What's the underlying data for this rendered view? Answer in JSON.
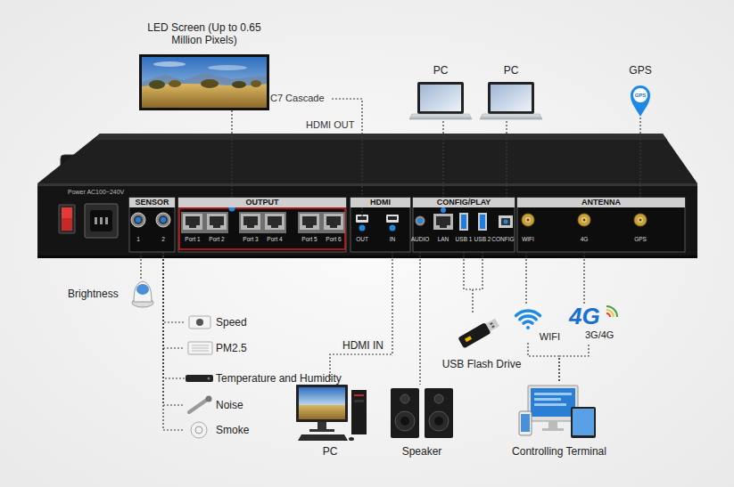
{
  "diagram": {
    "nodes": [
      {
        "text": [
          "LED Screen (Up to 0.65 Million Pixels)"
        ]
      },
      {
        "text": [
          "PC"
        ]
      },
      {
        "text": [
          "PC"
        ]
      },
      {
        "text": [
          "GPS",
          "GPS"
        ]
      },
      {
        "text": [
          "Power AC100~240V"
        ]
      },
      {
        "text": [
          "SENSOR"
        ],
        "in": 4
      },
      {
        "text": [
          "OUTPUT"
        ],
        "in": 4
      },
      {
        "text": [
          "HDMI"
        ],
        "in": 4
      },
      {
        "text": [
          "CONFIG/PLAY"
        ],
        "in": 4
      },
      {
        "text": [
          "ANTENNA"
        ],
        "in": 4
      },
      {
        "text": [
          "Brightness"
        ]
      },
      {
        "text": [
          "Speed"
        ]
      },
      {
        "text": [
          "PM2.5"
        ]
      },
      {
        "text": [
          "Temperature and Humidity"
        ]
      },
      {
        "text": [
          "Noise"
        ]
      },
      {
        "text": [
          "Smoke"
        ]
      },
      {
        "text": [
          "USB Flash Drive"
        ]
      },
      {
        "text": [
          "WIFI"
        ]
      },
      {
        "text": [
          "4G",
          "3G/4G"
        ]
      },
      {
        "text": [
          "PC"
        ]
      },
      {
        "text": [
          "Speaker"
        ]
      },
      {
        "text": [
          "Controlling Terminal"
        ]
      }
    ],
    "edges": [
      {
        "from": 6,
        "to": 0,
        "arrow": "none"
      },
      {
        "from": 7,
        "to": 19,
        "label": "HDMI IN",
        "arrow": "none"
      },
      {
        "from": 8,
        "to": 1,
        "arrow": "none"
      },
      {
        "from": 8,
        "to": 2,
        "arrow": "none"
      },
      {
        "from": 9,
        "to": 3,
        "arrow": "none"
      },
      {
        "from": 5,
        "to": 10,
        "arrow": "none"
      },
      {
        "from": 5,
        "to": 11,
        "arrow": "none"
      },
      {
        "from": 5,
        "to": 12,
        "arrow": "none"
      },
      {
        "from": 5,
        "to": 13,
        "arrow": "none"
      },
      {
        "from": 5,
        "to": 14,
        "arrow": "none"
      },
      {
        "from": 5,
        "to": 15,
        "arrow": "none"
      },
      {
        "from": 8,
        "to": 16,
        "arrow": "none"
      },
      {
        "from": 8,
        "to": 20,
        "arrow": "none"
      },
      {
        "from": 9,
        "to": 17,
        "arrow": "none"
      },
      {
        "from": 9,
        "to": 18,
        "arrow": "none"
      },
      {
        "from": 17,
        "to": 21,
        "arrow": "none"
      },
      {
        "from": 18,
        "to": 21,
        "arrow": "none"
      }
    ],
    "labels": [
      "C7 Cascade",
      "HDMI OUT",
      "1",
      "2",
      "Port 1",
      "Port 2",
      "Port 3",
      "Port 4",
      "Port 5",
      "Port 6",
      "OUT",
      "IN",
      "AUDIO",
      "LAN",
      "USB 1",
      "USB 2",
      "CONFIG",
      "WIFI",
      "4G",
      "GPS"
    ]
  }
}
